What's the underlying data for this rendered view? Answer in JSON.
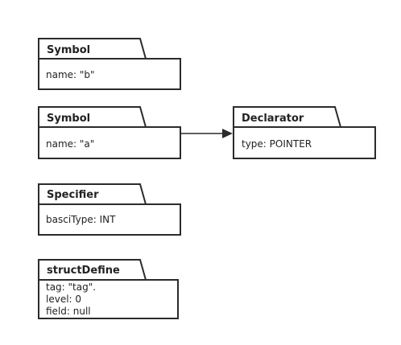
{
  "nodes": {
    "symbol_b": {
      "title": "Symbol",
      "lines": [
        "name: \"b\""
      ]
    },
    "symbol_a": {
      "title": "Symbol",
      "lines": [
        "name: \"a\""
      ]
    },
    "declarator": {
      "title": "Declarator",
      "lines": [
        "type: POINTER"
      ]
    },
    "specifier": {
      "title": "Specifier",
      "lines": [
        "basciType: INT"
      ]
    },
    "struct_define": {
      "title": "structDefine",
      "lines": [
        "tag: \"tag\".",
        "level: 0",
        "field: null"
      ]
    }
  },
  "edges": [
    {
      "from": "symbol_a",
      "to": "declarator"
    }
  ]
}
